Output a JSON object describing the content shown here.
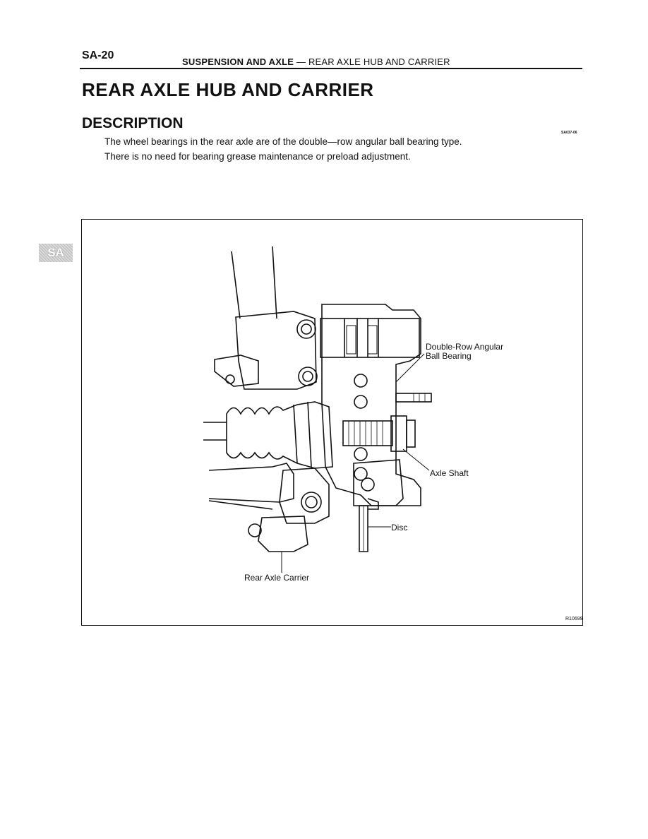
{
  "header": {
    "page_number": "SA-20",
    "section": "SUSPENSION AND AXLE",
    "separator": "—",
    "subsection": "REAR AXLE HUB AND CARRIER"
  },
  "title": "REAR AXLE HUB AND CARRIER",
  "section_heading": "DESCRIPTION",
  "doc_code": "SA037-06",
  "paragraph": {
    "line1": "The wheel bearings in the rear axle are of the double—row angular ball bearing type.",
    "line2": "There is no need for bearing grease maintenance or preload adjustment."
  },
  "side_tab": "SA",
  "figure": {
    "labels": {
      "bearing_line1": "Double-Row Angular",
      "bearing_line2": "Ball Bearing",
      "axle_shaft": "Axle Shaft",
      "disc": "Disc",
      "carrier": "Rear Axle Carrier"
    },
    "code": "R10699"
  }
}
